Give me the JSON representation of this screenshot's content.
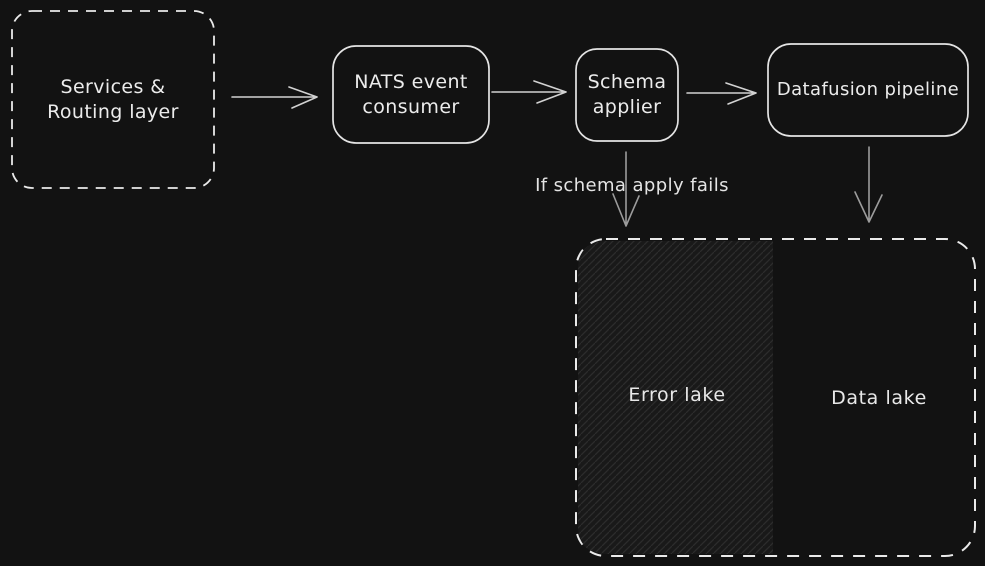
{
  "diagram": {
    "background_color": "#121212",
    "box_stroke_color": "#e4e4e4",
    "dashed_stroke_color": "#eaeaea",
    "horizontal_arrow_color": "#d2d2d2",
    "vertical_arrow_color": "#9c9c9c",
    "hatch_background_color": "#191919",
    "hatch_line_color": "#2c2c2c",
    "text_color": "#ececec",
    "nodes": {
      "services": {
        "label": "Services & Routing layer",
        "border_style": "dashed"
      },
      "nats": {
        "label": "NATS event consumer",
        "border_style": "solid"
      },
      "schema": {
        "label": "Schema applier",
        "border_style": "solid"
      },
      "datafusion": {
        "label": "Datafusion pipeline",
        "border_style": "solid"
      },
      "error_lake": {
        "label": "Error lake",
        "fill": "hatched"
      },
      "data_lake": {
        "label": "Data lake",
        "fill": "none"
      }
    },
    "edge_labels": {
      "schema_fail": "If schema apply fails"
    }
  }
}
